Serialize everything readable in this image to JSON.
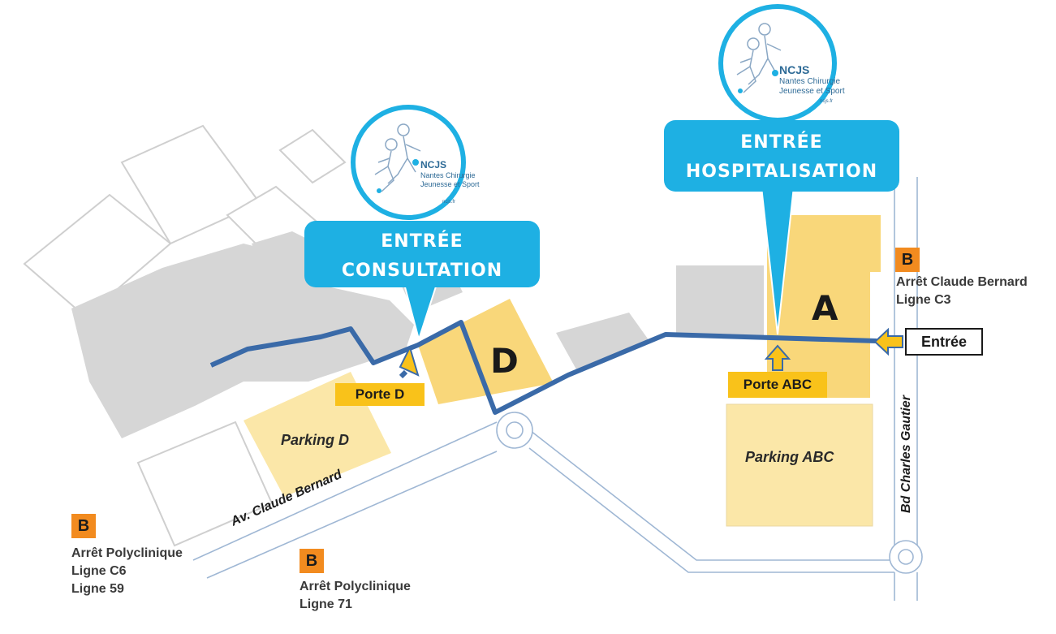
{
  "callouts": {
    "consultation": {
      "line1": "ENTRÉE",
      "line2": "CONSULTATION"
    },
    "hospitalisation": {
      "line1": "ENTRÉE",
      "line2": "HOSPITALISATION"
    }
  },
  "logo": {
    "name": "NCJS",
    "line1": "Nantes Chirurgie",
    "line2": "Jeunesse et Sport",
    "url": "ncjs.fr"
  },
  "buildings": {
    "d": "D",
    "a": "A"
  },
  "doors": {
    "porte_d": "Porte D",
    "porte_abc": "Porte ABC"
  },
  "parkings": {
    "parking_d": "Parking D",
    "parking_abc": "Parking ABC"
  },
  "entree_label": "Entrée",
  "streets": {
    "claude_bernard": "Av. Claude Bernard",
    "charles_gautier": "Bd Charles Gautier"
  },
  "bus_stops": {
    "badge": "B",
    "claude_bernard": {
      "name": "Arrêt Claude Bernard",
      "lines": [
        "Ligne C3"
      ]
    },
    "polyclinique_left": {
      "name": "Arrêt Polyclinique",
      "lines": [
        "Ligne C6",
        "Ligne 59"
      ]
    },
    "polyclinique_bottom": {
      "name": "Arrêt Polyclinique",
      "lines": [
        "Ligne 71"
      ]
    }
  },
  "colors": {
    "callout_blue": "#1eb0e3",
    "route_blue": "#3a6aa8",
    "building_yellow": "#f9d77a",
    "parking_yellow": "#fbe7a8",
    "door_yellow": "#f9c21a",
    "bus_orange": "#f28b1f",
    "gray_building": "#d6d6d6"
  }
}
